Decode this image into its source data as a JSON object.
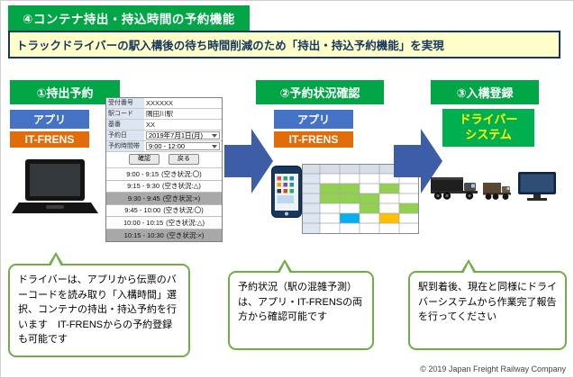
{
  "colors": {
    "banner_green": "#00A546",
    "subtitle_bg": "#FFFFC9",
    "subtitle_border": "#17375E",
    "app_blue": "#4472C4",
    "itfrens_orange": "#E36C0A",
    "system_green": "#00B050",
    "system_text_yellow": "#FFFF00",
    "arrow_blue": "#3D5DA7",
    "bubble_border_green": "#70AD47",
    "available_green": "#92D050"
  },
  "header": {
    "title": "④コンテナ持出・持込時間の予約機能",
    "subtitle": "トラックドライバーの駅入構後の待ち時間削減のため「持出・持込予約機能」を実現"
  },
  "step1": {
    "title": "①持出予約",
    "app_label": "アプリ",
    "itfrens_label": "IT-FRENS",
    "form": {
      "fields": [
        {
          "label": "受付番号",
          "value": "XXXXXX"
        },
        {
          "label": "駅コード",
          "value": "隅田川駅"
        },
        {
          "label": "基番",
          "value": "XX"
        }
      ],
      "date": {
        "label": "予約日",
        "value": "2019年7月1日(月)"
      },
      "time_range": {
        "label": "予約時間帯",
        "value": "9:00 - 12:00"
      },
      "buttons": [
        "確認",
        "戻る"
      ],
      "slots": [
        {
          "time": "9:00 - 9:15",
          "status": "(空き状況:〇)"
        },
        {
          "time": "9:15 - 9:30",
          "status": "(空き状況:△)"
        },
        {
          "time": "9:30 - 9:45",
          "status": "(空き状況:×)"
        },
        {
          "time": "9:45 - 10:00",
          "status": "(空き状況:〇)"
        },
        {
          "time": "10:00 - 10:15",
          "status": "(空き状況:△)"
        },
        {
          "time": "10:15 - 10:30",
          "status": "(空き状況:×)"
        }
      ]
    },
    "note": "ドライバーは、アプリから伝票のバーコードを読み取り「入構時間」選択、コンテナの持出・持込予約を行います　IT-FRENSからの予約登録も可能です"
  },
  "step2": {
    "title": "②予約状況確認",
    "app_label": "アプリ",
    "itfrens_label": "IT-FRENS",
    "note": "予約状況（駅の混雑予測）は、アプリ・IT-FRENSの両方から確認可能です"
  },
  "step3": {
    "title": "③入構登録",
    "system_label": "ドライバー\nシステム",
    "note": "駅到着後、現在と同様にドライバーシステムから作業完了報告を行ってください"
  },
  "footer": {
    "copyright": "© 2019  Japan Freight Railway Company"
  }
}
